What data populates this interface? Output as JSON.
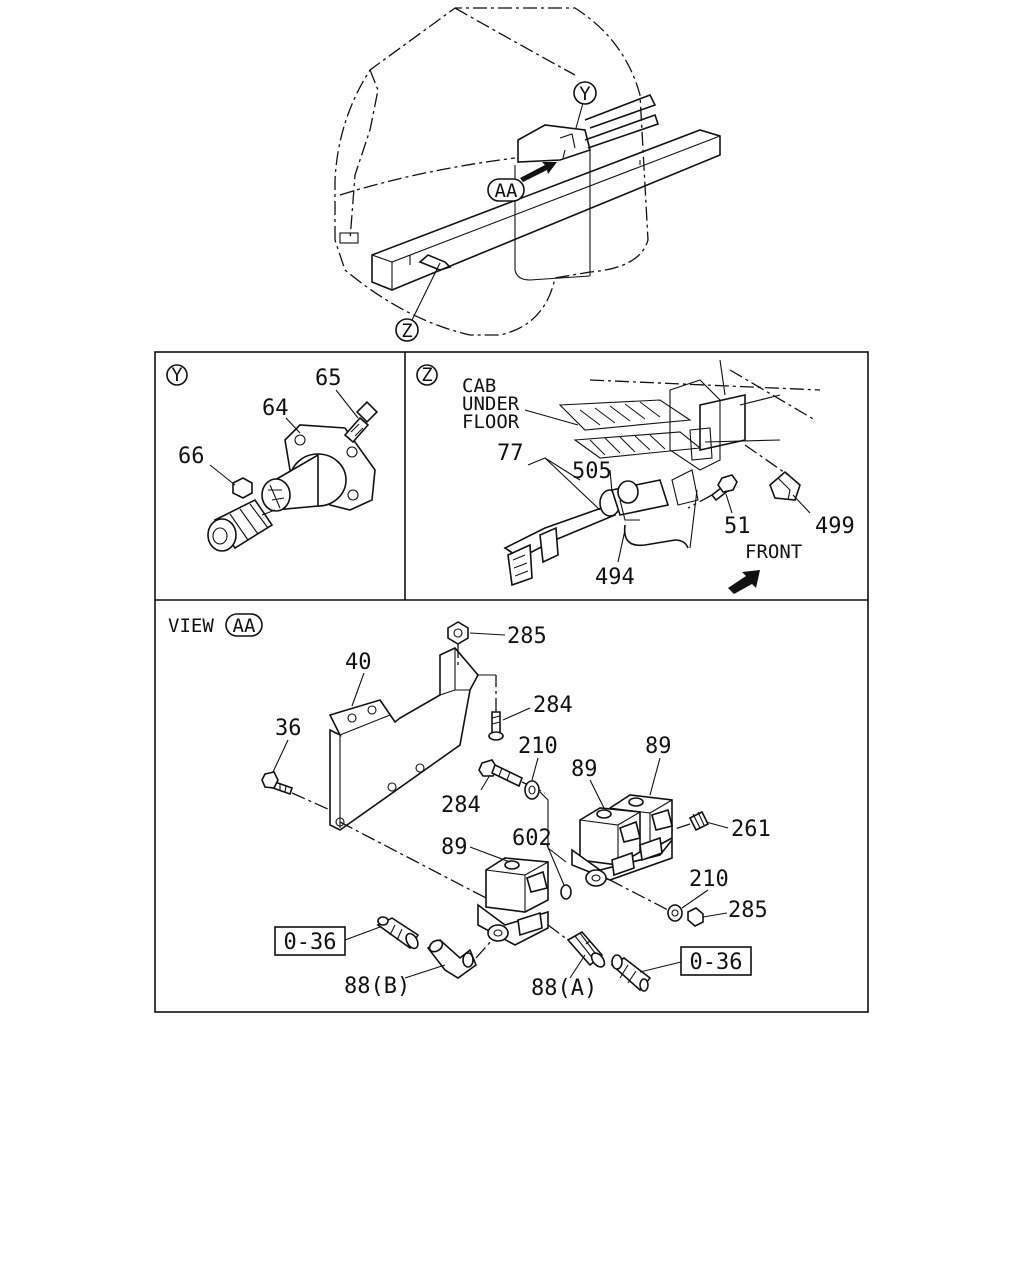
{
  "overview": {
    "callout_y": "Y",
    "callout_z": "Z",
    "callout_aa": "AA"
  },
  "panel_y": {
    "callout": "Y",
    "labels": {
      "p65": "65",
      "p64": "64",
      "p66": "66"
    }
  },
  "panel_z": {
    "callout": "Z",
    "cab_under_floor": [
      "CAB",
      "UNDER",
      "FLOOR"
    ],
    "labels": {
      "p77": "77",
      "p505": "505",
      "p51": "51",
      "p499": "499",
      "p494": "494"
    },
    "front": "FRONT"
  },
  "view_aa": {
    "view_word": "VIEW",
    "view_callout": "AA",
    "labels": {
      "p285_top": "285",
      "p40": "40",
      "p284_a": "284",
      "p36": "36",
      "p210_a": "210",
      "p89_right": "89",
      "p89_mid": "89",
      "p284_b": "284",
      "p261": "261",
      "p602": "602",
      "p89_left": "89",
      "p210_b": "210",
      "p285_b": "285",
      "p88b": "88(B)",
      "p88a": "88(A)"
    },
    "ref_left": "0-36",
    "ref_right": "0-36"
  }
}
